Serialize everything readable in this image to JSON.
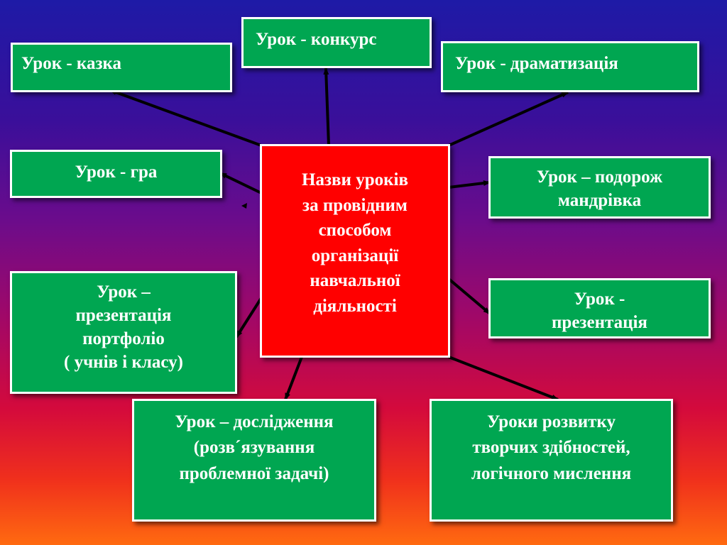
{
  "center": {
    "lines": [
      "Назви уроків",
      "за провідним",
      "способом",
      "організації",
      "навчальної",
      "діяльності"
    ]
  },
  "boxes": {
    "konkurs": {
      "lines": [
        "Урок - конкурс"
      ]
    },
    "kazka": {
      "lines": [
        "Урок - казка"
      ]
    },
    "dramatyzatsiia": {
      "lines": [
        "Урок - драматизація"
      ]
    },
    "hra": {
      "lines": [
        "Урок - гра"
      ]
    },
    "podorozh": {
      "lines": [
        "Урок – подорож",
        "мандрівка"
      ]
    },
    "portfolio": {
      "lines": [
        "Урок –",
        "презентація",
        "портфоліо",
        "( учнів і класу)"
      ]
    },
    "prezentatsiia": {
      "lines": [
        "Урок -",
        "презентація"
      ]
    },
    "doslidzhennia": {
      "lines": [
        "Урок – дослідження",
        "(розв´язування",
        "проблемної задачі)"
      ]
    },
    "rozvytok": {
      "lines": [
        "Уроки розвитку",
        "творчих здібностей,",
        "логічного мислення"
      ]
    }
  },
  "colors": {
    "box_fill": "#00a651",
    "center_fill": "#ff0000",
    "border": "#ffffff",
    "text": "#ffffff",
    "arrow": "#000000"
  }
}
